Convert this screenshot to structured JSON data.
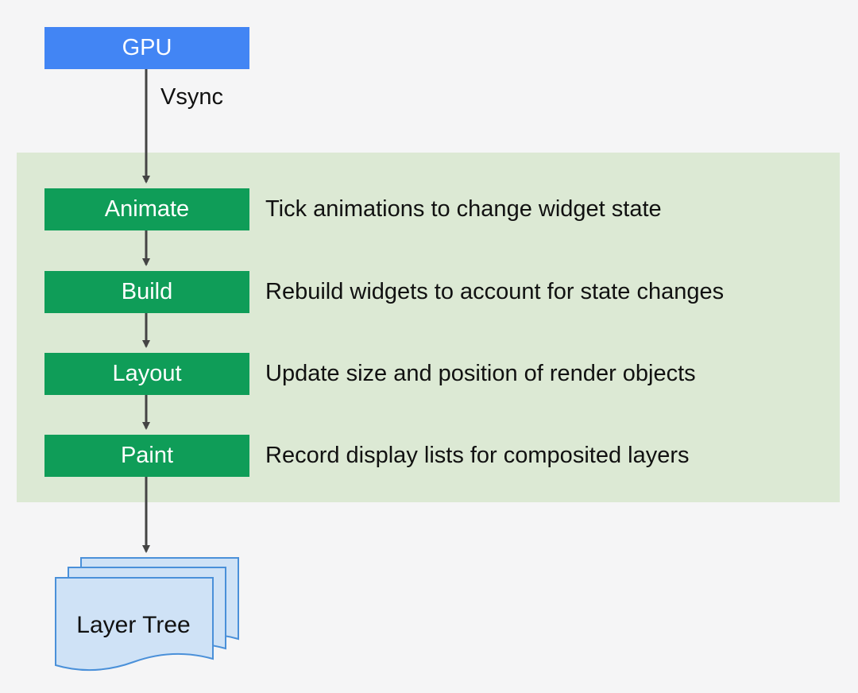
{
  "gpu": {
    "label": "GPU"
  },
  "vsync_label": "Vsync",
  "stages": [
    {
      "name": "Animate",
      "description": "Tick animations to change widget state"
    },
    {
      "name": "Build",
      "description": "Rebuild widgets to account for state changes"
    },
    {
      "name": "Layout",
      "description": "Update size and position of render objects"
    },
    {
      "name": "Paint",
      "description": "Record display lists for composited layers"
    }
  ],
  "output": {
    "label": "Layer Tree"
  },
  "colors": {
    "gpu": "#4285f4",
    "stage": "#0f9d58",
    "panel": "#dce9d4",
    "document": "#cfe2f6",
    "document_border": "#4a90d9",
    "arrow": "#444444"
  }
}
